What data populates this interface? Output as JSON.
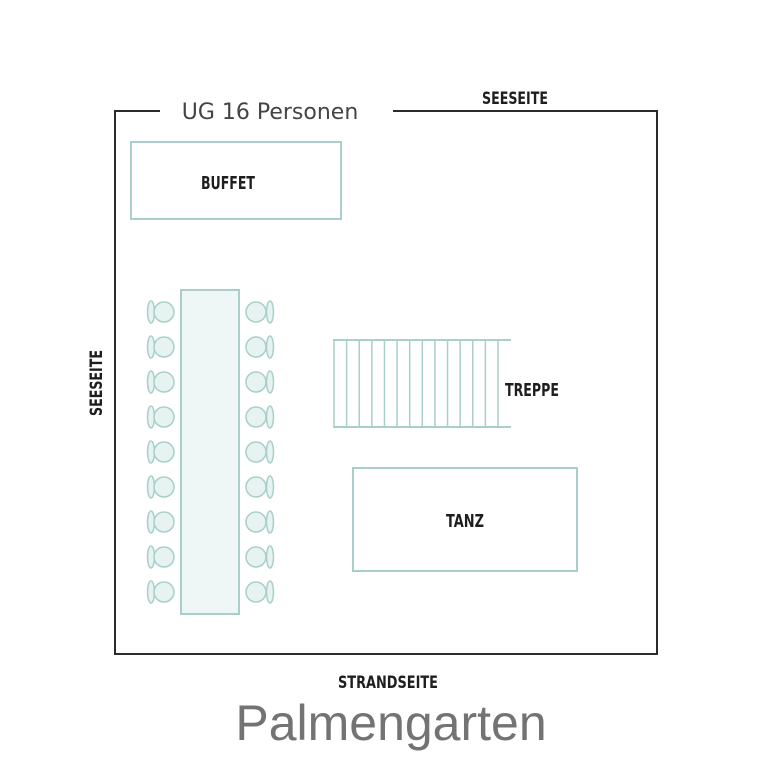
{
  "floorplan": {
    "title": "UG 16 Personen",
    "labels": {
      "top_side": "SEESEITE",
      "left_side": "SEESEITE",
      "bottom_side": "STRANDSEITE",
      "buffet": "BUFFET",
      "stairs": "TREPPE",
      "dance": "TANZ"
    },
    "table": {
      "seats_per_side": 9,
      "sides": 2
    },
    "stairs_steps": 14,
    "colors": {
      "outline": "#2b2b2b",
      "furniture_stroke": "#a8cfcb",
      "table_fill": "#eef7f6",
      "chair_fill": "#e6f3f1",
      "text": "#1e1e1e",
      "title_text": "#444444"
    }
  },
  "footer": {
    "venue_name": "Palmengarten"
  }
}
